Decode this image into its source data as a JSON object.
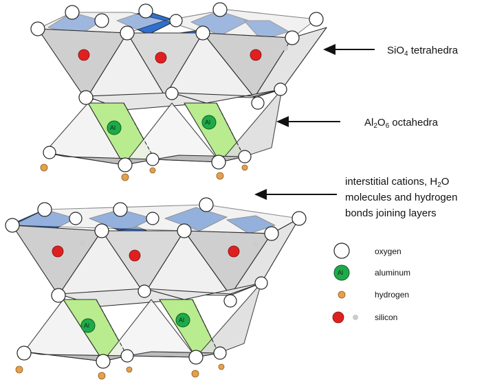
{
  "labels": {
    "tetrahedra_main": "SiO",
    "tetrahedra_sub": "4",
    "tetrahedra_rest": " tetrahedra",
    "octa_a": "Al",
    "octa_sub1": "2",
    "octa_b": "O",
    "octa_sub2": "6",
    "octa_rest": "  octahedra",
    "interlayer_line1_a": "interstitial cations, H",
    "interlayer_line1_sub": "2",
    "interlayer_line1_b": "O",
    "interlayer_line2": "molecules and hydrogen",
    "interlayer_line3": "bonds joining layers"
  },
  "legend": {
    "oxygen": "oxygen",
    "aluminum": "aluminum",
    "hydrogen": "hydrogen",
    "silicon": "silicon"
  },
  "atom_text": "Al",
  "colors": {
    "tetra_blue": "#2f6fd0",
    "tetra_gray": "#c9c9c9",
    "octa_green": "#b8ec8e",
    "oxygen": "#ffffff",
    "aluminum": "#1faa4a",
    "hydrogen": "#e6a04a",
    "silicon": "#e02020"
  }
}
